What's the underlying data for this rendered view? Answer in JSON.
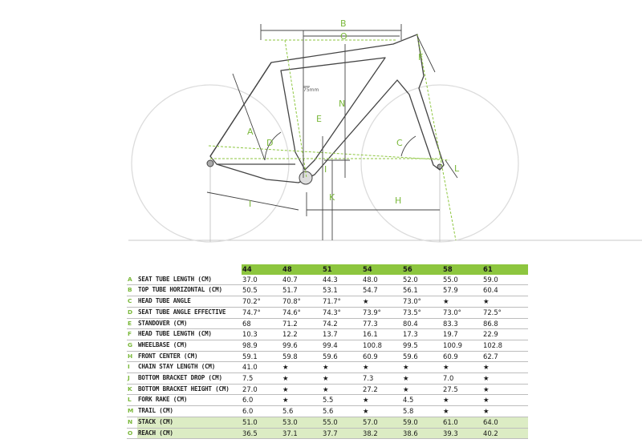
{
  "diagram": {
    "labels": [
      "A",
      "B",
      "O",
      "F",
      "N",
      "E",
      "D",
      "C",
      "L",
      "I",
      "K",
      "H",
      "J"
    ],
    "label_75mm": "75mm",
    "accent": "#8dc63f"
  },
  "table": {
    "sizes": [
      "44",
      "48",
      "51",
      "54",
      "56",
      "58",
      "61"
    ],
    "rows": [
      {
        "letter": "A",
        "label": "SEAT TUBE LENGTH (CM)",
        "values": [
          "37.0",
          "40.7",
          "44.3",
          "48.0",
          "52.0",
          "55.0",
          "59.0"
        ]
      },
      {
        "letter": "B",
        "label": "TOP TUBE HORIZONTAL (CM)",
        "values": [
          "50.5",
          "51.7",
          "53.1",
          "54.7",
          "56.1",
          "57.9",
          "60.4"
        ]
      },
      {
        "letter": "C",
        "label": "HEAD TUBE ANGLE",
        "values": [
          "70.2°",
          "70.8°",
          "71.7°",
          "★",
          "73.0°",
          "★",
          "★"
        ]
      },
      {
        "letter": "D",
        "label": "SEAT TUBE ANGLE EFFECTIVE",
        "values": [
          "74.7°",
          "74.6°",
          "74.3°",
          "73.9°",
          "73.5°",
          "73.0°",
          "72.5°"
        ]
      },
      {
        "letter": "E",
        "label": "STANDOVER (CM)",
        "values": [
          "68",
          "71.2",
          "74.2",
          "77.3",
          "80.4",
          "83.3",
          "86.8"
        ]
      },
      {
        "letter": "F",
        "label": "HEAD TUBE LENGTH (CM)",
        "values": [
          "10.3",
          "12.2",
          "13.7",
          "16.1",
          "17.3",
          "19.7",
          "22.9"
        ]
      },
      {
        "letter": "G",
        "label": "WHEELBASE (CM)",
        "values": [
          "98.9",
          "99.6",
          "99.4",
          "100.8",
          "99.5",
          "100.9",
          "102.8"
        ]
      },
      {
        "letter": "H",
        "label": "FRONT CENTER (CM)",
        "values": [
          "59.1",
          "59.8",
          "59.6",
          "60.9",
          "59.6",
          "60.9",
          "62.7"
        ]
      },
      {
        "letter": "I",
        "label": "CHAIN STAY LENGTH (CM)",
        "values": [
          "41.0",
          "★",
          "★",
          "★",
          "★",
          "★",
          "★"
        ]
      },
      {
        "letter": "J",
        "label": "BOTTOM BRACKET DROP (CM)",
        "values": [
          "7.5",
          "★",
          "★",
          "7.3",
          "★",
          "7.0",
          "★"
        ]
      },
      {
        "letter": "K",
        "label": "BOTTOM BRACKET HEIGHT (CM)",
        "values": [
          "27.0",
          "★",
          "★",
          "27.2",
          "★",
          "27.5",
          "★"
        ]
      },
      {
        "letter": "L",
        "label": "FORK RAKE (CM)",
        "values": [
          "6.0",
          "★",
          "5.5",
          "★",
          "4.5",
          "★",
          "★"
        ]
      },
      {
        "letter": "M",
        "label": "TRAIL (CM)",
        "values": [
          "6.0",
          "5.6",
          "5.6",
          "★",
          "5.8",
          "★",
          "★"
        ]
      },
      {
        "letter": "N",
        "label": "STACK (CM)",
        "values": [
          "51.0",
          "53.0",
          "55.0",
          "57.0",
          "59.0",
          "61.0",
          "64.0"
        ],
        "highlight": true
      },
      {
        "letter": "O",
        "label": "REACH (CM)",
        "values": [
          "36.5",
          "37.1",
          "37.7",
          "38.2",
          "38.6",
          "39.3",
          "40.2"
        ],
        "highlight": true
      }
    ]
  }
}
